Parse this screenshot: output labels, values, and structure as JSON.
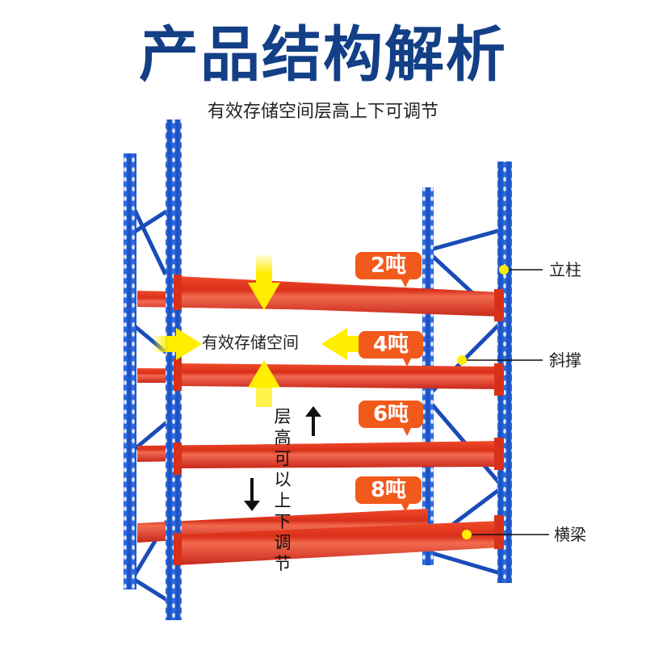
{
  "header": {
    "title": "产品结构解析",
    "subtitle": "有效存储空间层高上下可调节"
  },
  "colors": {
    "title": "#123f86",
    "upright_blue": "#1e5bd6",
    "beam_red": "#e0341a",
    "badge_orange": "#f25a1c",
    "arrow_yellow": "#ffee00",
    "marker_yellow": "#ffee00"
  },
  "load_badges": [
    {
      "label": "2吨"
    },
    {
      "label": "4吨"
    },
    {
      "label": "6吨"
    },
    {
      "label": "8吨"
    }
  ],
  "annotations": {
    "upright": "立柱",
    "brace": "斜撑",
    "beam": "横梁"
  },
  "storage_space_label": "有效存储空间",
  "adjustable_label": "层高可以上下调节"
}
